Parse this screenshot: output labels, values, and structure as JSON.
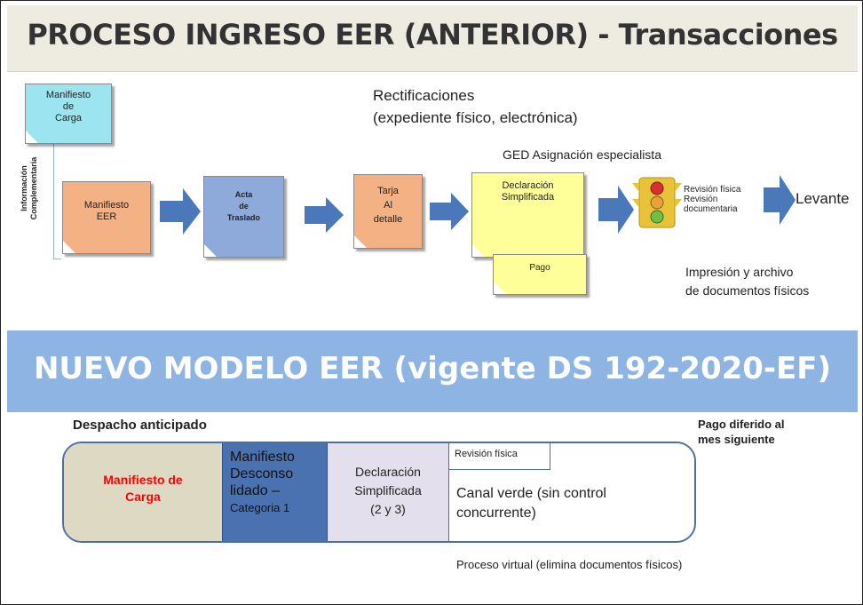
{
  "title": "PROCESO INGRESO EER (ANTERIOR) - Transacciones",
  "top": {
    "rectificaciones": "Rectificaciones",
    "rectificaciones_detail": "(expediente físico, electrónica)",
    "ged": "GED Asignación especialista",
    "info_line1": "Información",
    "info_line2": "Complementaria",
    "docs": {
      "manifiesto_carga": [
        "Manifiesto",
        "de",
        "Carga"
      ],
      "manifiesto_eer": [
        "Manifiesto",
        "EER"
      ],
      "acta": [
        "Acta",
        "de",
        "Traslado"
      ],
      "tarja": [
        "Tarja",
        "Al",
        "detalle"
      ],
      "declaracion": [
        "Declaración",
        "Simplificada"
      ],
      "pago": "Pago"
    },
    "traffic_labels": [
      "Revisión física",
      "Revisión",
      "documentaria"
    ],
    "levante": "Levante",
    "impresion": [
      "Impresión y archivo",
      "de documentos físicos"
    ],
    "colors": {
      "blue_light": "#9CE5F0",
      "orange": "#F4B183",
      "blue": "#8EAADB",
      "yellow": "#FFFF99",
      "arrow": "#4A78B8"
    }
  },
  "nuevo": {
    "title": "NUEVO MODELO EER (vigente DS 192-2020-EF)",
    "despacho": "Despacho anticipado",
    "pago_diferido": [
      "Pago diferido al",
      "mes siguiente"
    ],
    "seg1": [
      "Manifiesto de",
      "Carga"
    ],
    "seg2": [
      "Manifiesto",
      "Desconso",
      "lidado –"
    ],
    "seg2_small": "Categoria 1",
    "seg3": [
      "Declaración",
      "Simplificada",
      "(2 y 3)"
    ],
    "revision": "Revisión física",
    "canal": [
      "Canal verde (sin control",
      "concurrente)"
    ],
    "proceso": "Proceso virtual  (elimina documentos físicos)",
    "colors": {
      "seg1_bg": "#DDD9C3",
      "seg1_text": "#FF0000",
      "seg2_bg": "#4A72B0",
      "seg3_bg": "#E4DFEC",
      "border": "#4A6FA5"
    }
  }
}
